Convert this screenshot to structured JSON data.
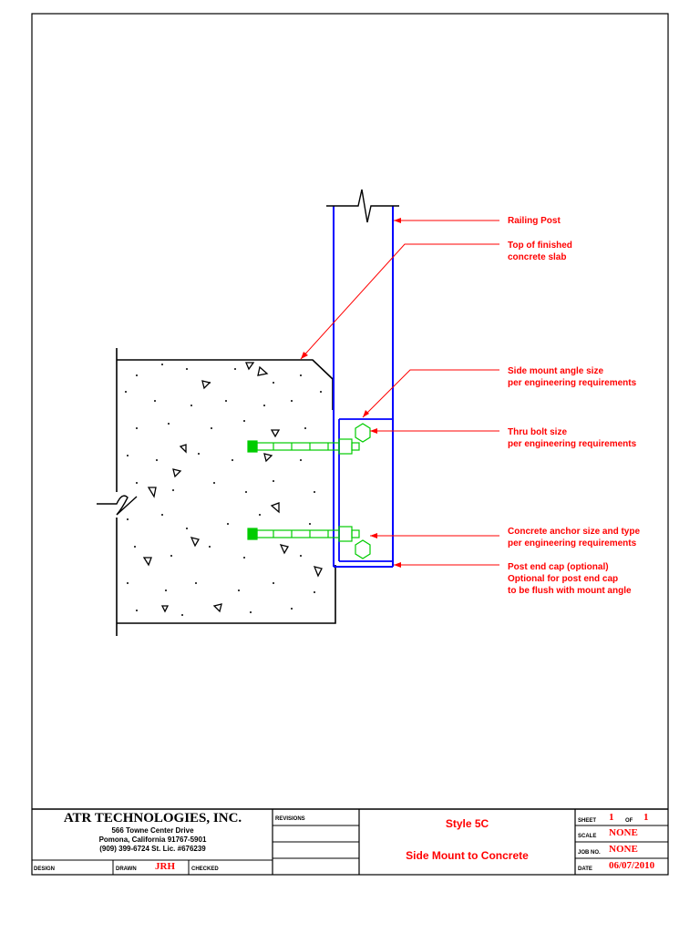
{
  "callouts": {
    "railing_post": "Railing Post",
    "slab_top_1": "Top of finished",
    "slab_top_2": "concrete slab",
    "angle_1": "Side mount angle size",
    "angle_2": "per engineering requirements",
    "bolt_1": "Thru bolt size",
    "bolt_2": "per engineering requirements",
    "anchor_1": "Concrete anchor size and type",
    "anchor_2": "per engineering requirements",
    "cap_1": "Post end cap (optional)",
    "cap_2": "Optional for post end cap",
    "cap_3": "to be flush with mount angle"
  },
  "title_block": {
    "company": "ATR TECHNOLOGIES, INC.",
    "address_1": "566 Towne Center Drive",
    "address_2": "Pomona, California 91767-5901",
    "address_3": "(909) 399-6724  St. Lic. #676239",
    "revisions_label": "REVISIONS",
    "style": "Style 5C",
    "description": "Side Mount to Concrete",
    "design_label": "DESIGN",
    "drawn_label": "DRAWN",
    "drawn_value": "JRH",
    "checked_label": "CHECKED",
    "sheet_label": "SHEET",
    "sheet_value": "1",
    "of_label": "OF",
    "of_value": "1",
    "scale_label": "SCALE",
    "scale_value": "NONE",
    "job_label": "JOB NO.",
    "job_value": "NONE",
    "date_label": "DATE",
    "date_value": "06/07/2010"
  },
  "colors": {
    "annotation": "#ff0000",
    "post_and_angle": "#0000ff",
    "hardware": "#00cc00",
    "concrete": "#000000"
  }
}
